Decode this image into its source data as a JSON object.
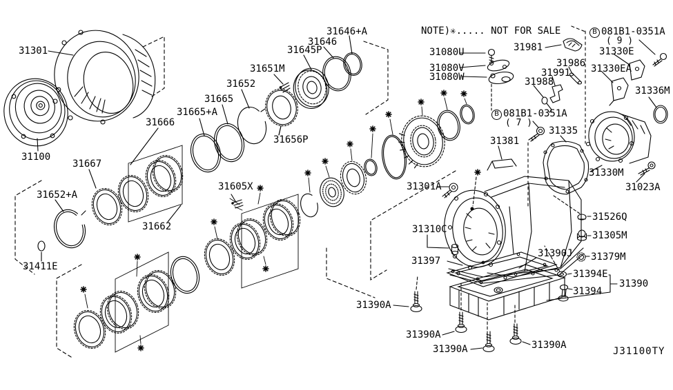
{
  "diagram": {
    "type": "exploded-parts-diagram",
    "note": "NOTE)✳..... NOT FOR SALE",
    "diagram_code": "J31100TY",
    "line_color": "#000000",
    "background_color": "#ffffff",
    "marker_symbol": "✳",
    "labels": [
      {
        "text": "31301"
      },
      {
        "text": "31100"
      },
      {
        "text": "31667"
      },
      {
        "text": "31666"
      },
      {
        "text": "31665+A"
      },
      {
        "text": "31665"
      },
      {
        "text": "31652"
      },
      {
        "text": "31651M"
      },
      {
        "text": "31645P"
      },
      {
        "text": "31646"
      },
      {
        "text": "31646+A"
      },
      {
        "text": "31656P"
      },
      {
        "text": "31605X"
      },
      {
        "text": "31652+A"
      },
      {
        "text": "31662"
      },
      {
        "text": "31411E"
      },
      {
        "text": "NOTE)✳..... NOT FOR SALE"
      },
      {
        "text": "31080U"
      },
      {
        "text": "31080V"
      },
      {
        "text": "31080W"
      },
      {
        "text": "31981"
      },
      {
        "circled": "B",
        "text": "081B1-0351A",
        "qty": "( 9 )"
      },
      {
        "text": "31330E"
      },
      {
        "text": "31330EA"
      },
      {
        "text": "31986"
      },
      {
        "text": "31991"
      },
      {
        "text": "31988"
      },
      {
        "text": "31336M"
      },
      {
        "circled": "B",
        "text": "081B1-0351A",
        "qty": "( 7 )"
      },
      {
        "text": "31381"
      },
      {
        "text": "31335"
      },
      {
        "text": "31330M"
      },
      {
        "text": "31023A"
      },
      {
        "text": "31301A"
      },
      {
        "text": "31526Q"
      },
      {
        "text": "31310C"
      },
      {
        "text": "31305M"
      },
      {
        "text": "31390J"
      },
      {
        "text": "31379M"
      },
      {
        "text": "31397"
      },
      {
        "text": "31394E"
      },
      {
        "text": "31390"
      },
      {
        "text": "31394"
      },
      {
        "text": "31390A"
      },
      {
        "text": "31390A"
      },
      {
        "text": "31390A"
      },
      {
        "text": "31390A"
      },
      {
        "text": "J31100TY"
      }
    ]
  }
}
